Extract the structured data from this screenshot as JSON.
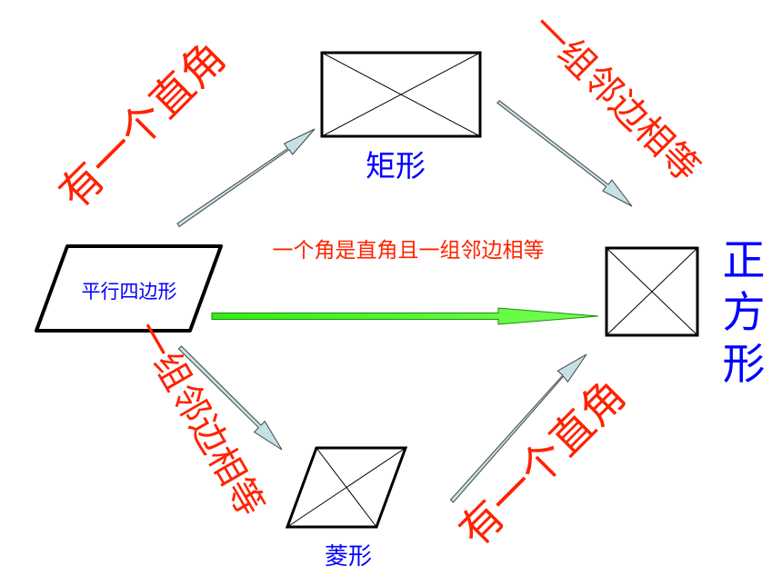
{
  "shapes": {
    "parallelogram": "平行四边形",
    "rectangle": "矩形",
    "rhombus": "菱形",
    "square": "正方形",
    "square_chars": [
      "正",
      "方",
      "形"
    ]
  },
  "conditions": {
    "to_rectangle": "有一个直角",
    "rectangle_to_square": "一组邻边相等",
    "to_rhombus": "一组邻边相等",
    "rhombus_to_square": "有一个直角",
    "direct": "一个角是直角且一组邻边相等"
  },
  "colors": {
    "condition_text": "#ff2200",
    "shape_label": "#0000ff",
    "arrow_fill": "#c4e2e6",
    "direct_arrow_fill": "#33ee11"
  }
}
